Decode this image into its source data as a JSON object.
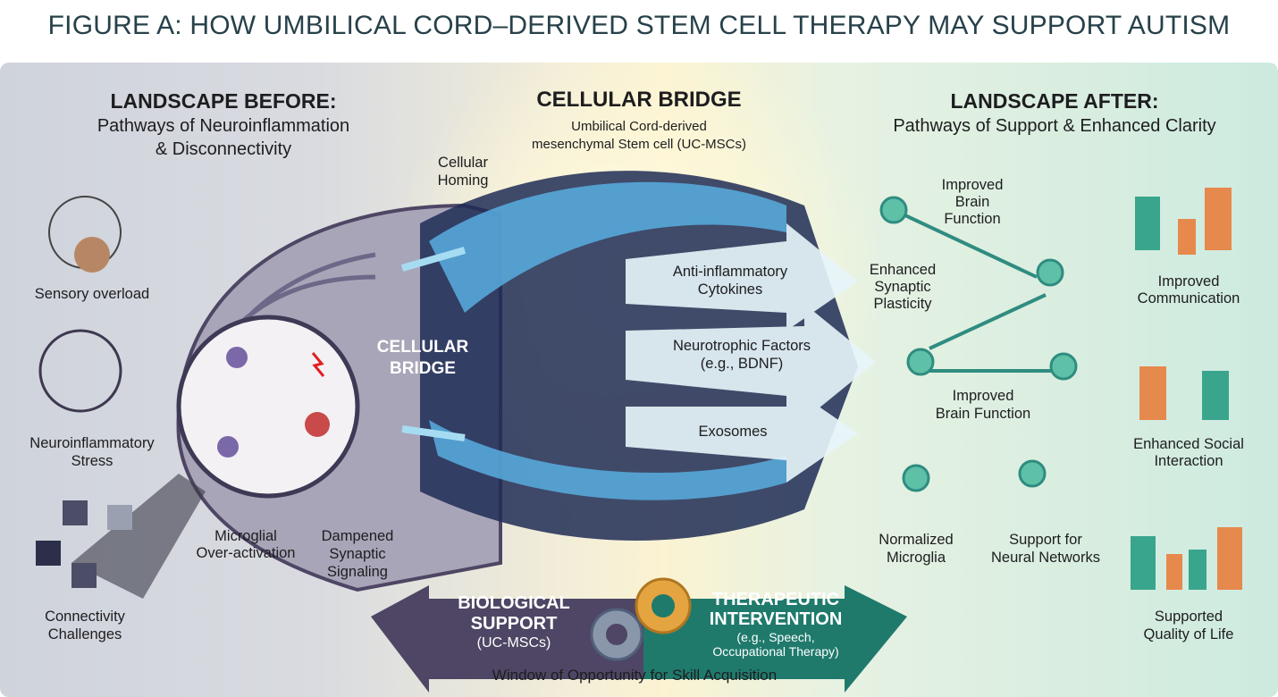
{
  "title": "FIGURE A: HOW UMBILICAL CORD–DERIVED STEM CELL THERAPY MAY SUPPORT AUTISM",
  "before": {
    "heading": "LANDSCAPE BEFORE:",
    "sub1": "Pathways of Neuroinflammation",
    "sub2": "& Disconnectivity",
    "items": [
      {
        "l1": "Sensory overload"
      },
      {
        "l1": "Neuroinflammatory",
        "l2": "Stress"
      },
      {
        "l1": "Connectivity",
        "l2": "Challenges"
      }
    ],
    "circle": {
      "a1": "Microglial",
      "a2": "Over-activation",
      "b1": "Dampened",
      "b2": "Synaptic",
      "b3": "Signaling"
    }
  },
  "bridge": {
    "heading": "CELLULAR BRIDGE",
    "sub1": "Umbilical Cord-derived",
    "sub2": "mesenchymal Stem cell (UC-MSCs)",
    "homing1": "Cellular",
    "homing2": "Homing",
    "center1": "CELLULAR",
    "center2": "BRIDGE",
    "arrows": [
      {
        "l1": "Anti-inflammatory",
        "l2": "Cytokines"
      },
      {
        "l1": "Neurotrophic Factors",
        "l2": "(e.g., BDNF)"
      },
      {
        "l1": "Exosomes"
      }
    ]
  },
  "after": {
    "heading": "LANDSCAPE AFTER:",
    "sub": "Pathways of Support & Enhanced Clarity",
    "neuro": {
      "top1": "Improved",
      "top2": "Brain",
      "top3": "Function",
      "esp1": "Enhanced",
      "esp2": "Synaptic",
      "esp3": "Plasticity",
      "bot1": "Improved",
      "bot2": "Brain Function",
      "nm1": "Normalized",
      "nm2": "Microglia",
      "sn1": "Support for",
      "sn2": "Neural Networks"
    },
    "people": [
      {
        "l1": "Improved",
        "l2": "Communication"
      },
      {
        "l1": "Enhanced Social",
        "l2": "Interaction"
      },
      {
        "l1": "Supported",
        "l2": "Quality of Life"
      }
    ]
  },
  "bottom": {
    "left1": "BIOLOGICAL",
    "left2": "SUPPORT",
    "left3": "(UC-MSCs)",
    "right1": "THERAPEUTIC",
    "right2": "INTERVENTION",
    "right3": "(e.g., Speech,",
    "right4": "Occupational Therapy)",
    "caption": "Window of Opportunity for Skill Acquisition"
  },
  "colors": {
    "title": "#27414a",
    "left_arrow": "#4e4664",
    "right_arrow": "#1f7a6c",
    "cell": "#4a9fd8",
    "neuron": "#2f8c80"
  }
}
